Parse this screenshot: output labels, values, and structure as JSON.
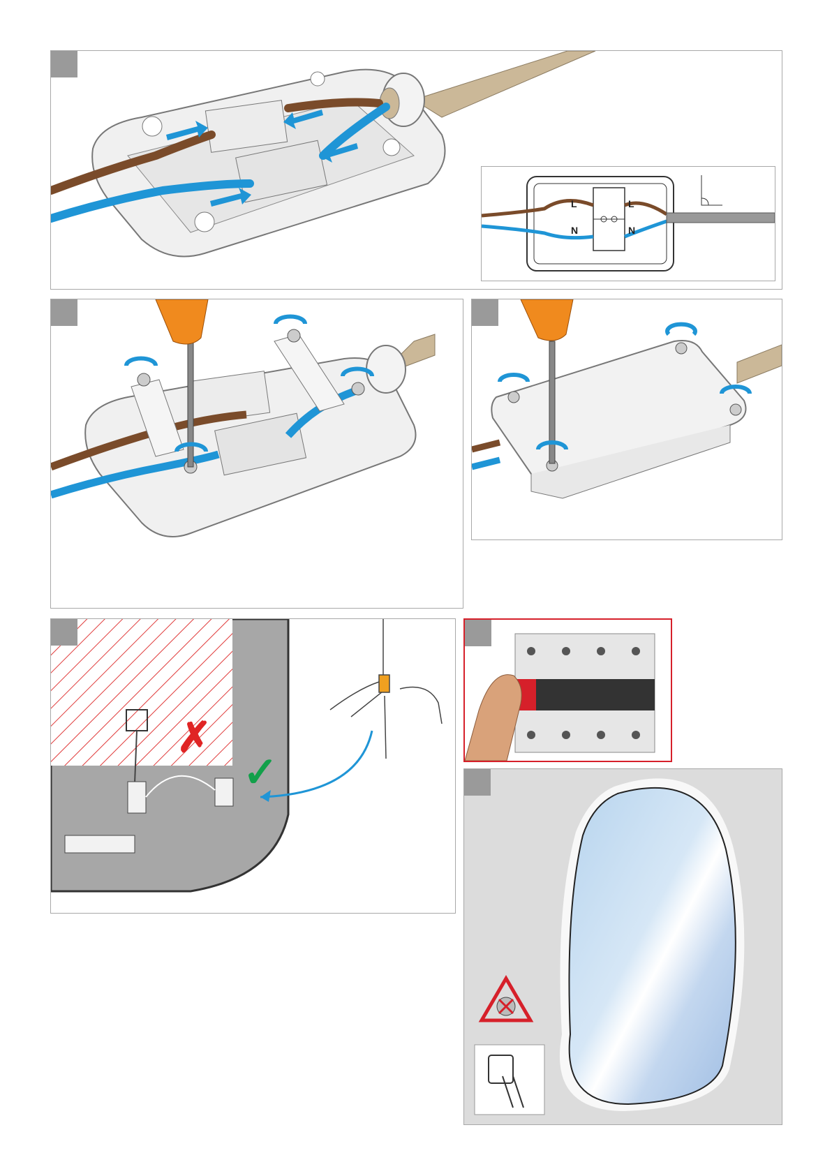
{
  "steps": [
    {
      "id": "step-1",
      "number": ""
    },
    {
      "id": "step-2",
      "number": ""
    },
    {
      "id": "step-3",
      "number": ""
    },
    {
      "id": "step-4",
      "number": ""
    },
    {
      "id": "step-5",
      "number": ""
    },
    {
      "id": "step-6",
      "number": ""
    }
  ],
  "wiring_diagram": {
    "live_label_left": "L",
    "neutral_label_left": "N",
    "live_label_right": "L",
    "neutral_label_right": "N"
  },
  "icons": {
    "wrong_mark": "x-mark-icon",
    "correct_mark": "check-mark-icon",
    "warning": "warning-no-touch-icon",
    "touch_switch": "touch-switch-icon"
  },
  "colors": {
    "brown_wire": "#7a4b2a",
    "blue_wire": "#1f95d6",
    "red_accent": "#d6202a",
    "green_check": "#12a04a",
    "arrow_blue": "#1f95d6",
    "cable_beige": "#cbb898"
  }
}
